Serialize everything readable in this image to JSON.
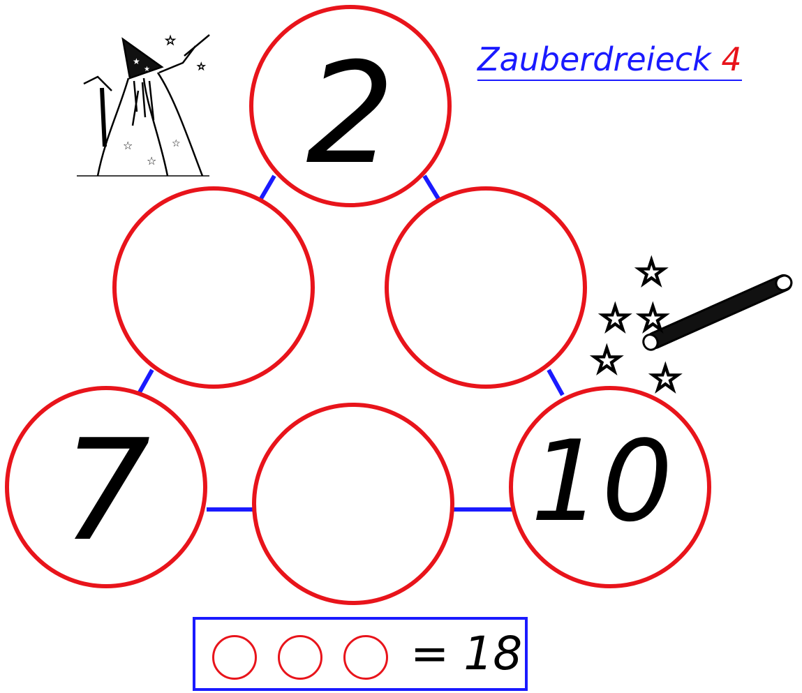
{
  "title": {
    "word": "Zauberdreieck",
    "number": "4"
  },
  "circles": {
    "top": "2",
    "left_middle": "",
    "right_middle": "",
    "bottom_left": "7",
    "bottom_middle": "",
    "bottom_right": "10"
  },
  "sum": {
    "equation": "= 18"
  },
  "colors": {
    "circle": "#e8141b",
    "line": "#1a1aff",
    "title": "#1a1aff",
    "title_number": "#e8141b"
  },
  "icons": [
    "wizard-icon",
    "magic-wand-icon",
    "stars-icon"
  ]
}
